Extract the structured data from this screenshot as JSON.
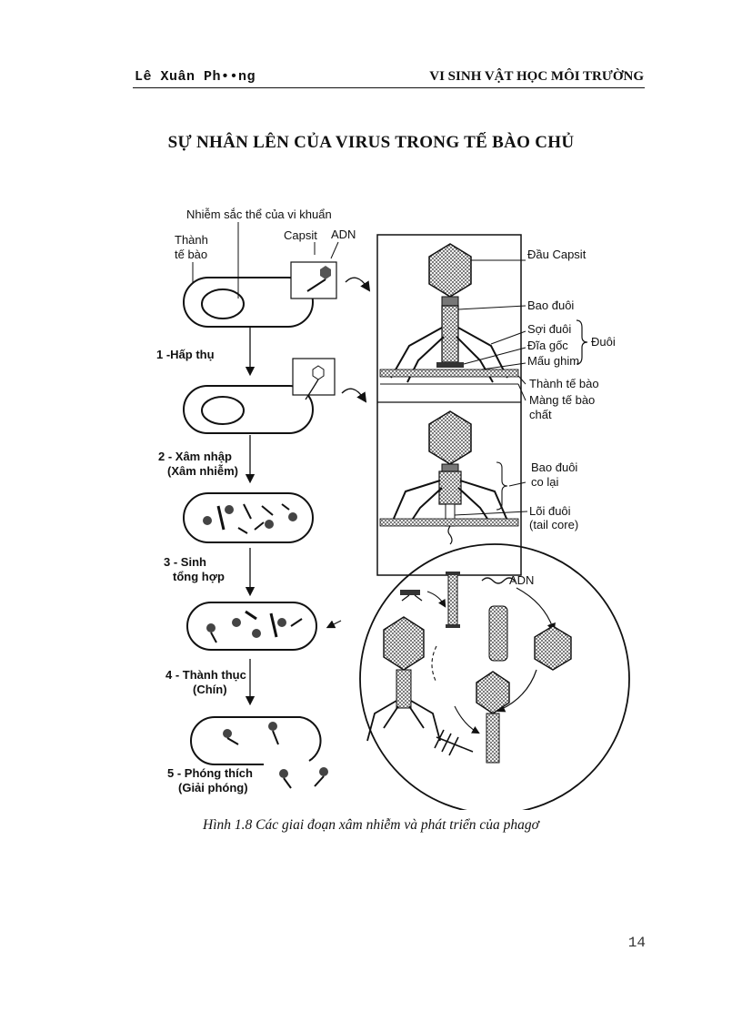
{
  "header": {
    "author": "Lê Xuân Ph••ng",
    "course": "VI SINH VẬT HỌC MÔI TRƯỜNG"
  },
  "title": "SỰ NHÂN LÊN CỦA VIRUS TRONG TẾ BÀO CHỦ",
  "figure": {
    "labels": {
      "chromosome": "Nhiễm sắc thể của vi khuẩn",
      "cell_wall_1": "Thành",
      "cell_wall_2": "tế bào",
      "capsid": "Capsit",
      "dna": "ADN",
      "head_capsid": "Đầu Capsit",
      "tail_sheath": "Bao đuôi",
      "tail_fiber": "Sợi đuôi",
      "base_plate": "Đĩa gốc",
      "pins": "Mấu ghim",
      "tail": "Đuôi",
      "wall": "Thành tế bào",
      "membrane_1": "Màng tế bào",
      "membrane_2": "chất",
      "contracted_1": "Bao đuôi",
      "contracted_2": "co lại",
      "core_1": "Lõi đuôi",
      "core_2": "(tail core)",
      "dna2": "ADN"
    },
    "stages": [
      {
        "line1": "1 -Hấp thụ",
        "line2": ""
      },
      {
        "line1": "2 - Xâm nhập",
        "line2": "(Xâm nhiễm)"
      },
      {
        "line1": "3 - Sinh",
        "line2": "tổng hợp"
      },
      {
        "line1": "4 - Thành thục",
        "line2": "(Chín)"
      },
      {
        "line1": "5 - Phóng thích",
        "line2": "(Giải phóng)"
      }
    ]
  },
  "caption": "Hình 1.8 Các giai đoạn xâm nhiễm và phát triển của phagơ",
  "page_number": "14"
}
